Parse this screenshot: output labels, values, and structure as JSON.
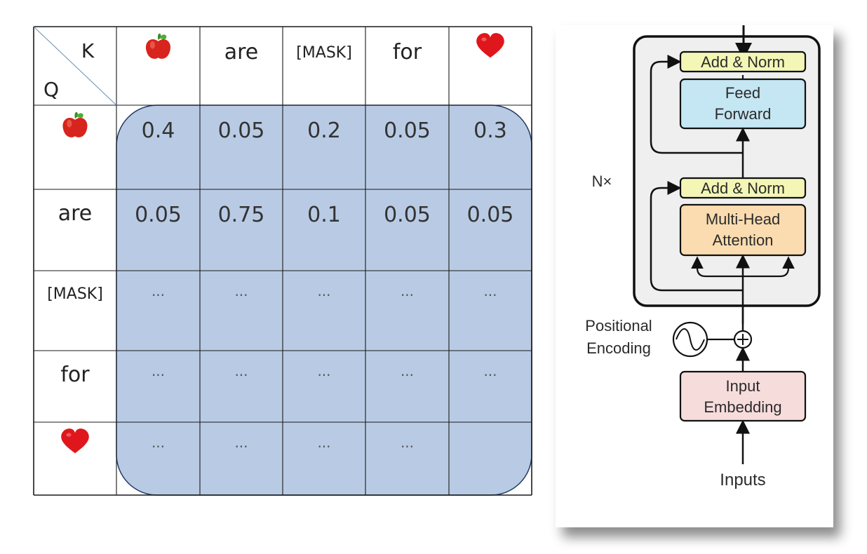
{
  "attention_matrix": {
    "corner_key": "K",
    "corner_query": "Q",
    "tokens": [
      "apple",
      "are",
      "[MASK]",
      "for",
      "heart"
    ],
    "header_labels": [
      "",
      "are",
      "[MASK]",
      "for",
      ""
    ],
    "rows": [
      [
        "0.4",
        "0.05",
        "0.2",
        "0.05",
        "0.3"
      ],
      [
        "0.05",
        "0.75",
        "0.1",
        "0.05",
        "0.05"
      ],
      [
        "...",
        "...",
        "...",
        "...",
        "..."
      ],
      [
        "...",
        "...",
        "...",
        "...",
        "..."
      ],
      [
        "...",
        "...",
        "...",
        "...",
        ""
      ]
    ],
    "highlight_color": "#b9cbe4",
    "highlight_border": "#1f3864",
    "icons": {
      "apple": "apple-icon",
      "heart": "heart-icon"
    }
  },
  "encoder": {
    "repeat_label": "N×",
    "add_norm_top": "Add & Norm",
    "feed_forward_line1": "Feed",
    "feed_forward_line2": "Forward",
    "add_norm_bottom": "Add & Norm",
    "attention_line1": "Multi-Head",
    "attention_line2": "Attention",
    "positional_line1": "Positional",
    "positional_line2": "Encoding",
    "embedding_line1": "Input",
    "embedding_line2": "Embedding",
    "inputs_label": "Inputs",
    "colors": {
      "add_norm": "#f3f6b5",
      "feed_forward": "#c5e6f3",
      "attention": "#fbdcb0",
      "embedding": "#f7dcdc",
      "block_bg": "#efefef"
    }
  }
}
